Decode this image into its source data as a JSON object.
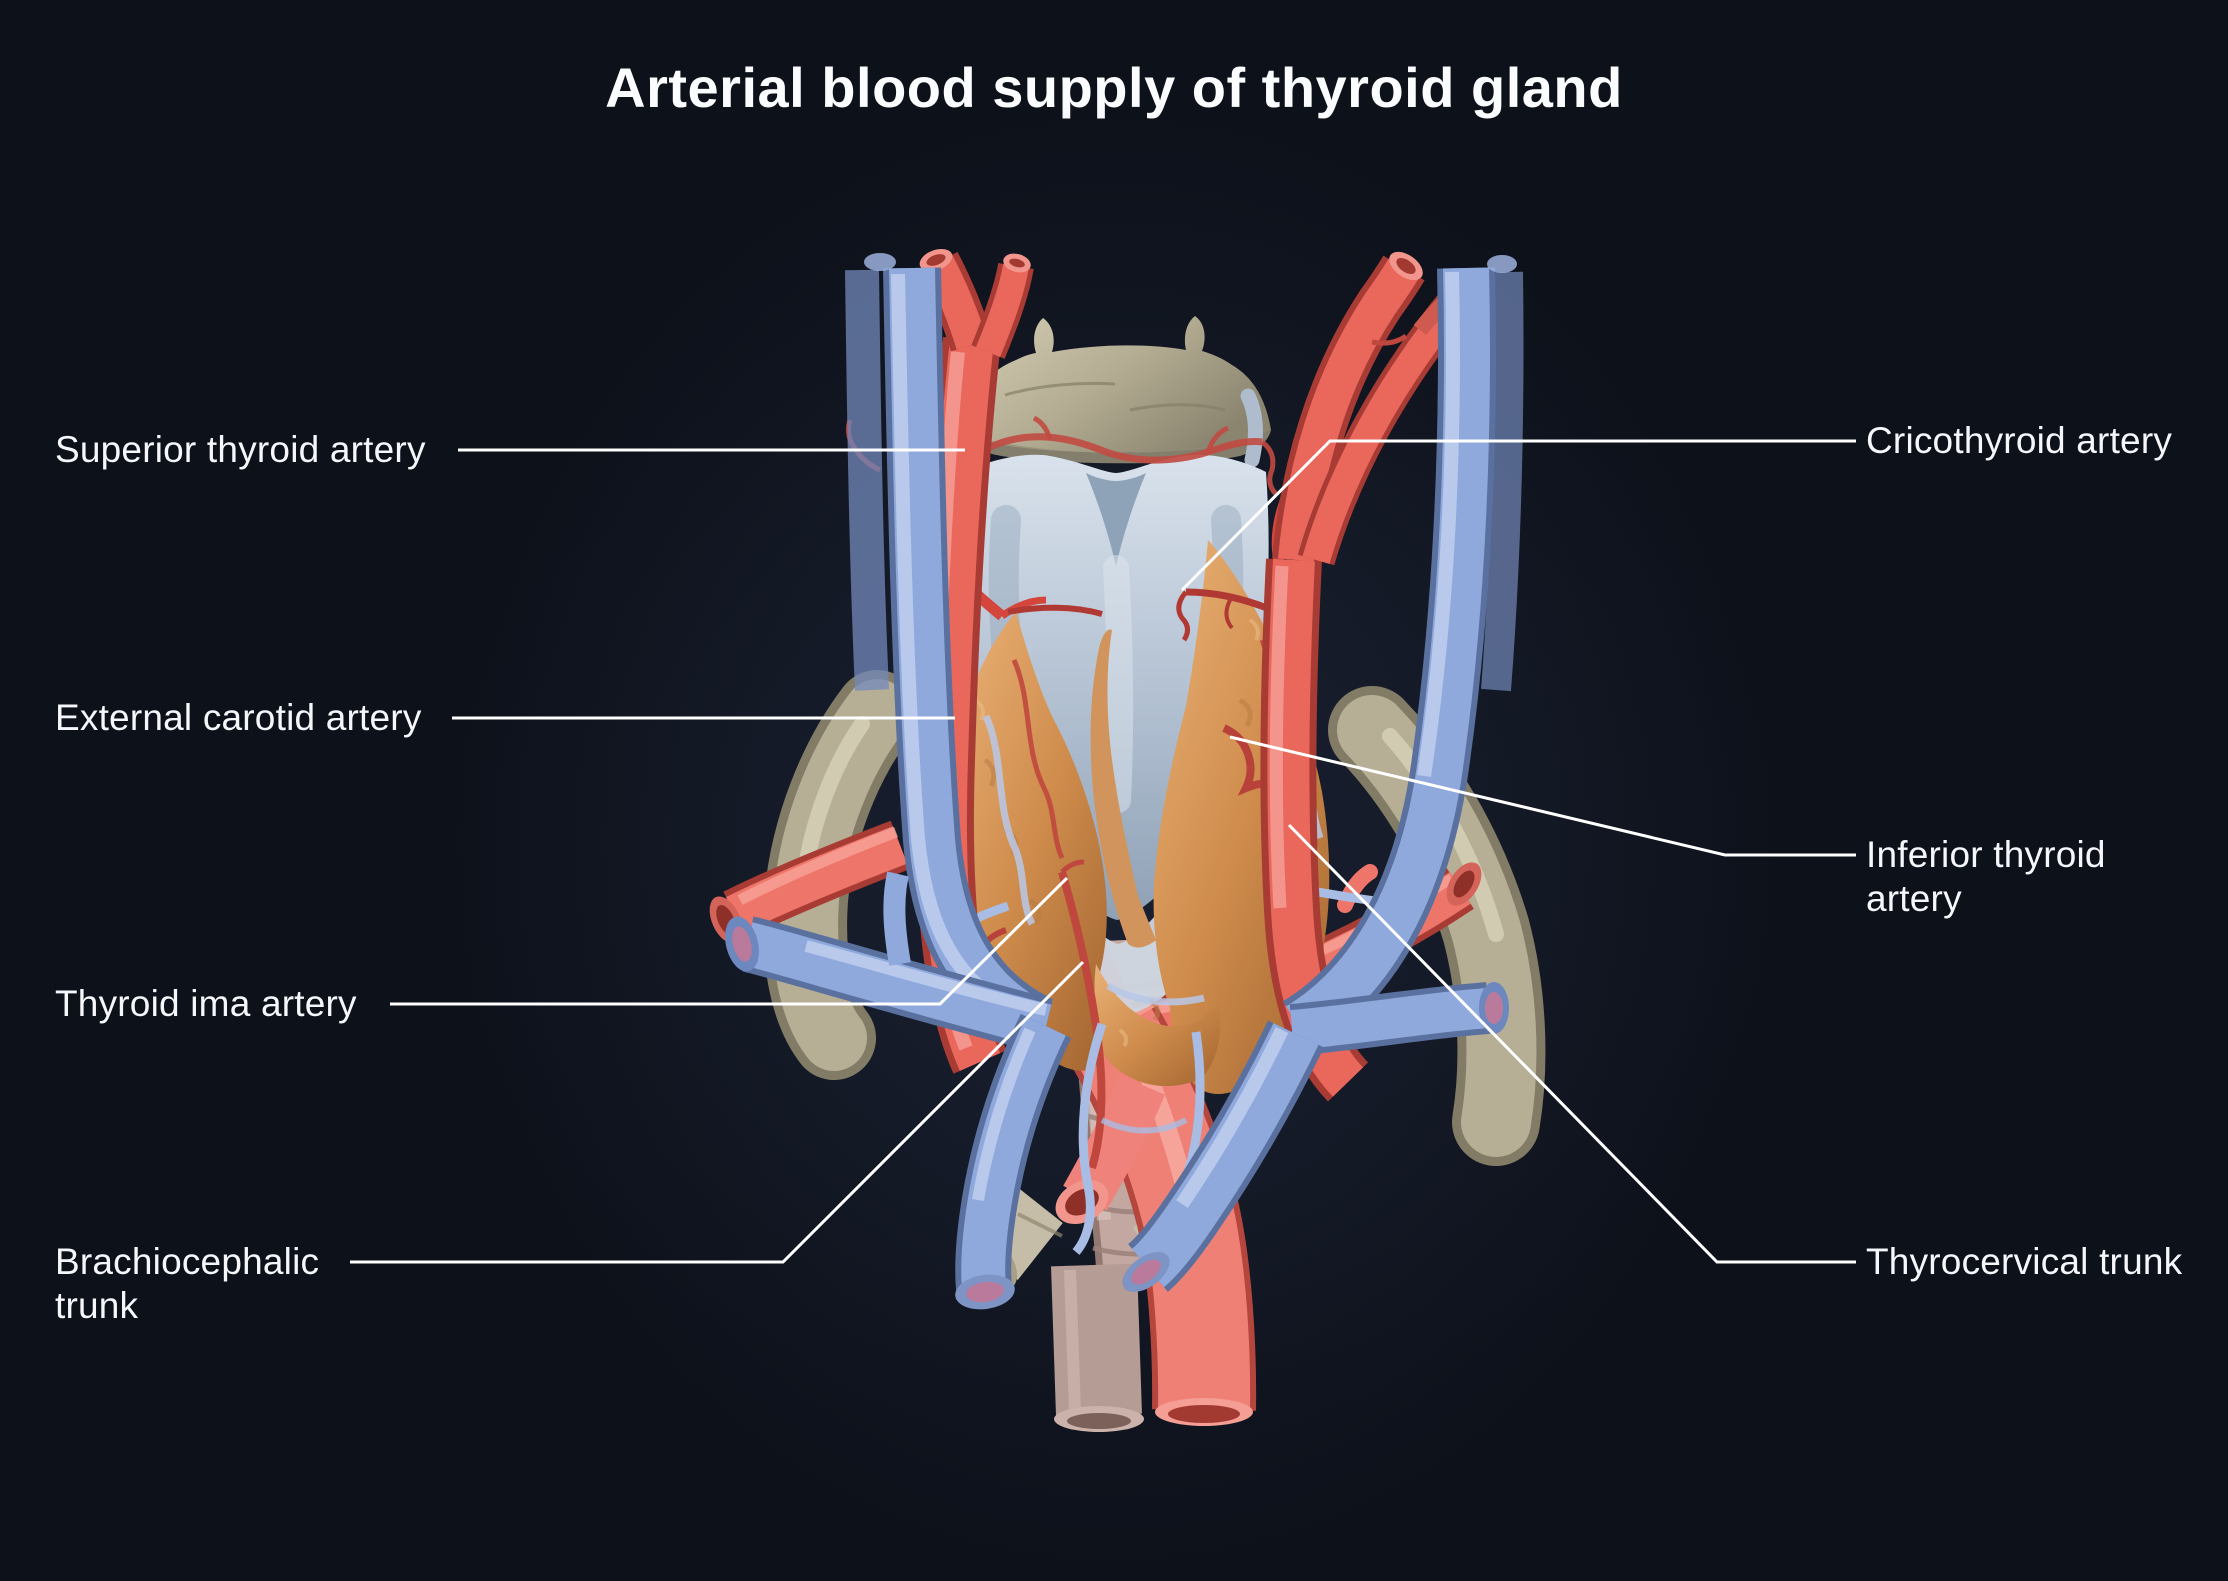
{
  "title": "Arterial blood supply of thyroid gland",
  "labels": {
    "superior_thyroid": "Superior thyroid artery",
    "external_carotid": "External carotid artery",
    "thyroid_ima": "Thyroid ima artery",
    "brachiocephalic": "Brachiocephalic trunk",
    "cricothyroid": "Cricothyroid artery",
    "inferior_thyroid": "Inferior thyroid artery",
    "thyrocervical": "Thyrocervical trunk"
  },
  "figure": {
    "type": "3d-anatomy-render",
    "subject": "Anterior view of the thyroid gland and its arterial blood supply",
    "structures": [
      "thyroid gland",
      "pyramidal lobe",
      "thyroid cartilage",
      "cricoid cartilage",
      "hyoid bone",
      "trachea",
      "esophagus",
      "common carotid arteries",
      "internal jugular veins",
      "subclavian arteries",
      "subclavian veins",
      "brachiocephalic veins",
      "brachiocephalic trunk",
      "aortic arch",
      "clavicles"
    ]
  },
  "colors": {
    "background": "#0d111a",
    "text": "#f5f7fa",
    "leader_line": "#ffffff",
    "artery_red": "#e96a5e",
    "vein_blue": "#8fa9dd",
    "bone_tan": "#b6af95",
    "cartilage_grey_blue": "#b4c2d3",
    "thyroid_gland_orange": "#cf8c4c",
    "trachea_mauve": "#c3a8a1"
  }
}
